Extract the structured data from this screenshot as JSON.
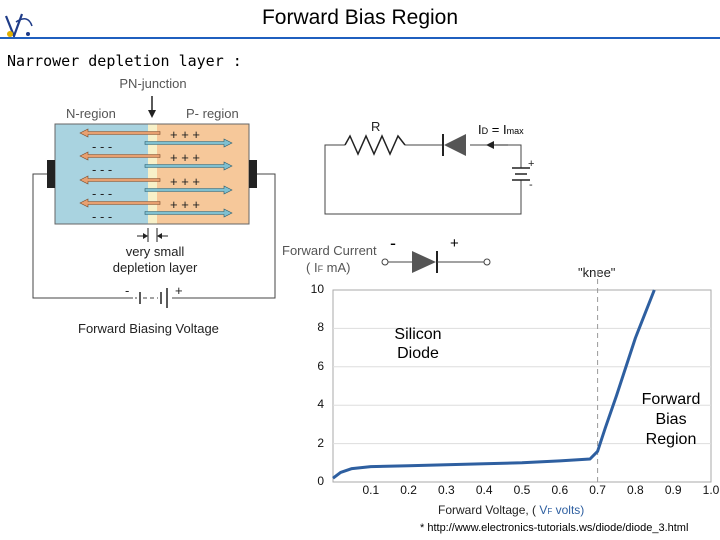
{
  "slide": {
    "title": "Forward Bias Region",
    "subtitle": "Narrower depletion layer :",
    "footnote": "* http://www.electronics-tutorials.ws/diode/diode_3.html"
  },
  "junction": {
    "title": "PN-junction",
    "n_label": "N-region",
    "p_label": "P- region",
    "depletion_label_1": "very small",
    "depletion_label_2": "depletion layer",
    "battery_neg": "-",
    "battery_pos": "+",
    "bias_label": "Forward Biasing Voltage",
    "minus_row": "- - -",
    "plus_row": "+ + +"
  },
  "circuit": {
    "resistor_label": "R",
    "current_label_main": "I",
    "current_label_sub": "D",
    "current_eq": "=",
    "current_max_main": "I",
    "current_max_sub": "max",
    "battery_pos": "+",
    "battery_neg": "-"
  },
  "graph": {
    "ylabel_1": "Forward Current",
    "ylabel_2_pre": "( I",
    "ylabel_2_sub": "F",
    "ylabel_2_post": " mA)",
    "diode_neg": "-",
    "diode_pos": "+",
    "knee_label": "\"knee\"",
    "region_1_line1": "Silicon",
    "region_1_line2": "Diode",
    "region_2_line1": "Forward",
    "region_2_line2": "Bias",
    "region_2_line3": "Region",
    "xlabel_pre": "Forward Voltage, (",
    "xlabel_v": " V",
    "xlabel_sub": "F",
    "xlabel_post": " volts)",
    "x_ticks": [
      "0.1",
      "0.2",
      "0.3",
      "0.4",
      "0.5",
      "0.6",
      "0.7",
      "0.8",
      "0.9",
      "1.0"
    ],
    "y_ticks": [
      "0",
      "2",
      "4",
      "6",
      "8",
      "10"
    ]
  },
  "colors": {
    "n_region": "#a9d3e0",
    "p_region": "#f6c89a",
    "curve": "#2e5fa0",
    "rule": "#1f5fbf"
  },
  "chart_data": {
    "type": "line",
    "xlabel": "Forward Voltage, ( VF volts)",
    "ylabel": "Forward Current ( IF mA)",
    "xlim": [
      0,
      1.0
    ],
    "ylim": [
      0,
      10
    ],
    "series": [
      {
        "x": [
          0.0,
          0.02,
          0.05,
          0.1,
          0.2,
          0.3,
          0.4,
          0.5,
          0.6,
          0.68,
          0.7,
          0.72,
          0.75,
          0.8,
          0.85
        ],
        "y": [
          0.2,
          0.5,
          0.7,
          0.8,
          0.85,
          0.9,
          0.95,
          1.0,
          1.1,
          1.2,
          1.6,
          2.8,
          4.5,
          7.5,
          10.0
        ]
      }
    ],
    "knee_x": 0.7
  }
}
